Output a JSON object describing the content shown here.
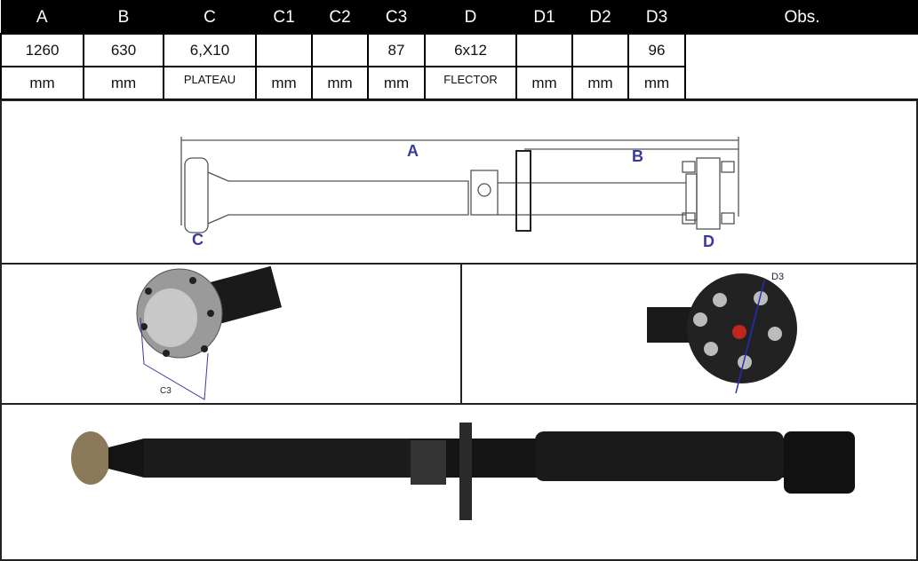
{
  "table": {
    "headers": [
      "A",
      "B",
      "C",
      "C1",
      "C2",
      "C3",
      "D",
      "D1",
      "D2",
      "D3",
      "Obs."
    ],
    "values": [
      "1260",
      "630",
      "6,X10",
      "",
      "",
      "87",
      "6x12",
      "",
      "",
      "96"
    ],
    "units": [
      "mm",
      "mm",
      "PLATEAU",
      "mm",
      "mm",
      "mm",
      "FLECTOR",
      "mm",
      "mm",
      "mm"
    ]
  },
  "diagram": {
    "labels": {
      "a": "A",
      "b": "B",
      "c": "C",
      "d": "D"
    }
  },
  "photos": {
    "c3_label": "C3",
    "d3_label": "D3"
  }
}
